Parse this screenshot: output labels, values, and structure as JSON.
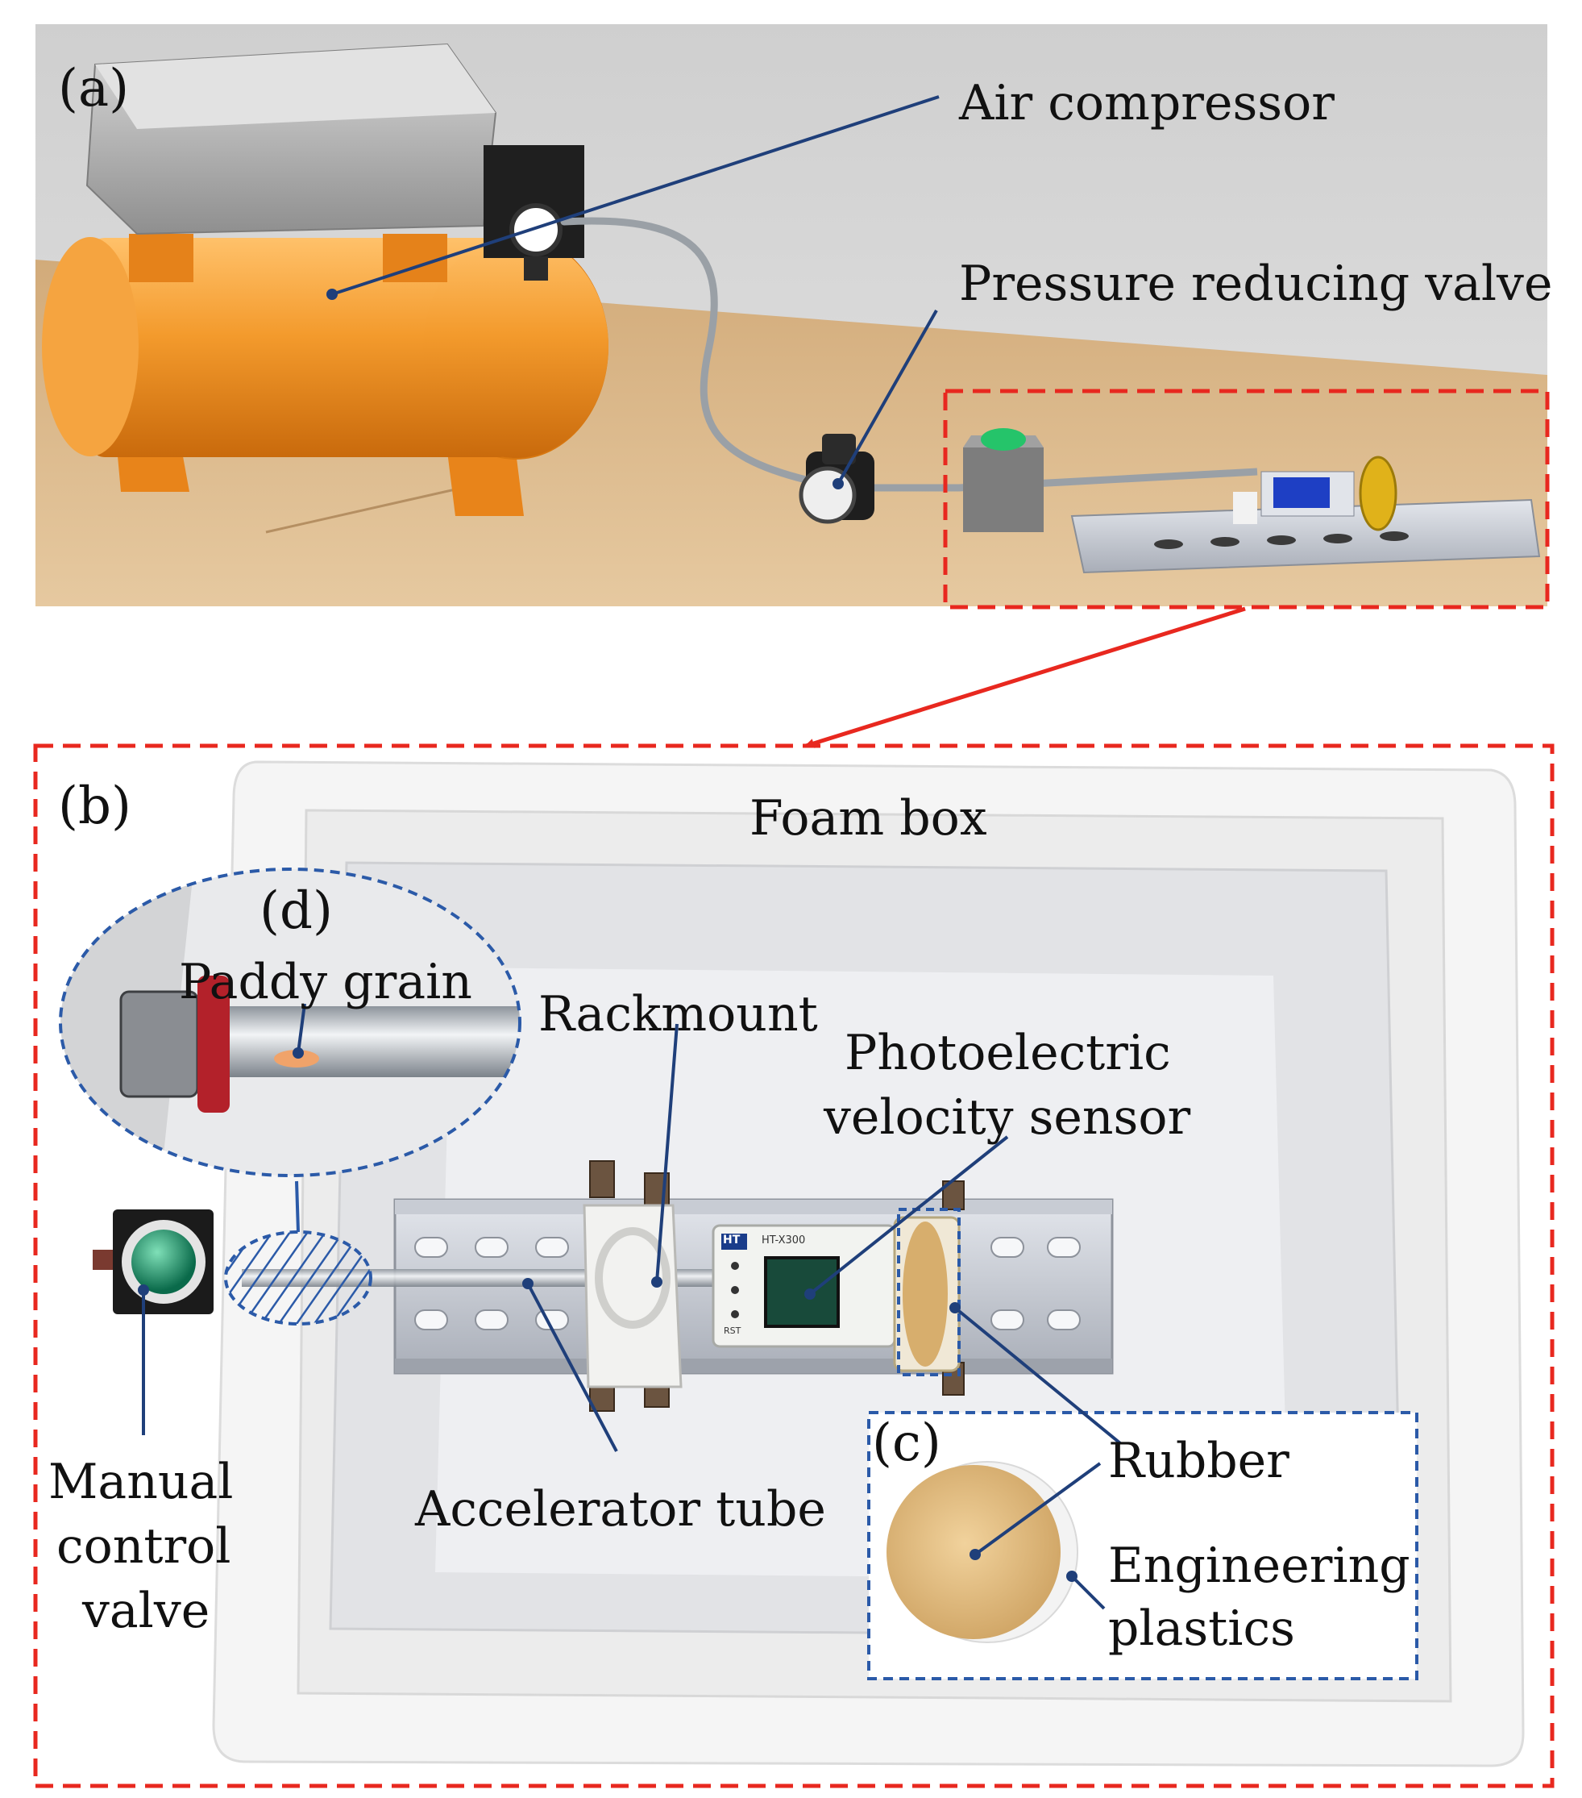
{
  "panels": {
    "a": {
      "label": "(a)",
      "callouts": {
        "air_compressor": "Air compressor",
        "pressure_reducing_valve": "Pressure reducing valve"
      }
    },
    "b": {
      "label": "(b)",
      "callouts": {
        "foam_box": "Foam box",
        "rackmount": "Rackmount",
        "photoelectric_line1": "Photoelectric",
        "photoelectric_line2": "velocity sensor",
        "manual_line1": "Manual",
        "manual_line2": "control",
        "manual_line3": "valve",
        "accelerator_tube": "Accelerator tube"
      },
      "sensor_display": {
        "brand": "HT",
        "model": "HT-X300",
        "button": "RST"
      }
    },
    "c": {
      "label": "(c)",
      "callouts": {
        "rubber": "Rubber",
        "engineering_line1": "Engineering",
        "engineering_line2": "plastics"
      }
    },
    "d": {
      "label": "(d)",
      "callouts": {
        "paddy_grain": "Paddy grain"
      }
    }
  },
  "colors": {
    "dashed_red": "#e8281f",
    "dashed_blue": "#2b5aa8",
    "leader_line": "#1f3f7a",
    "compressor_tank": "#f08a1e",
    "motor": "#9c9c9c",
    "floor": "#d8b486",
    "wall": "#d6d6d6",
    "foam": "#f4f4f4"
  }
}
